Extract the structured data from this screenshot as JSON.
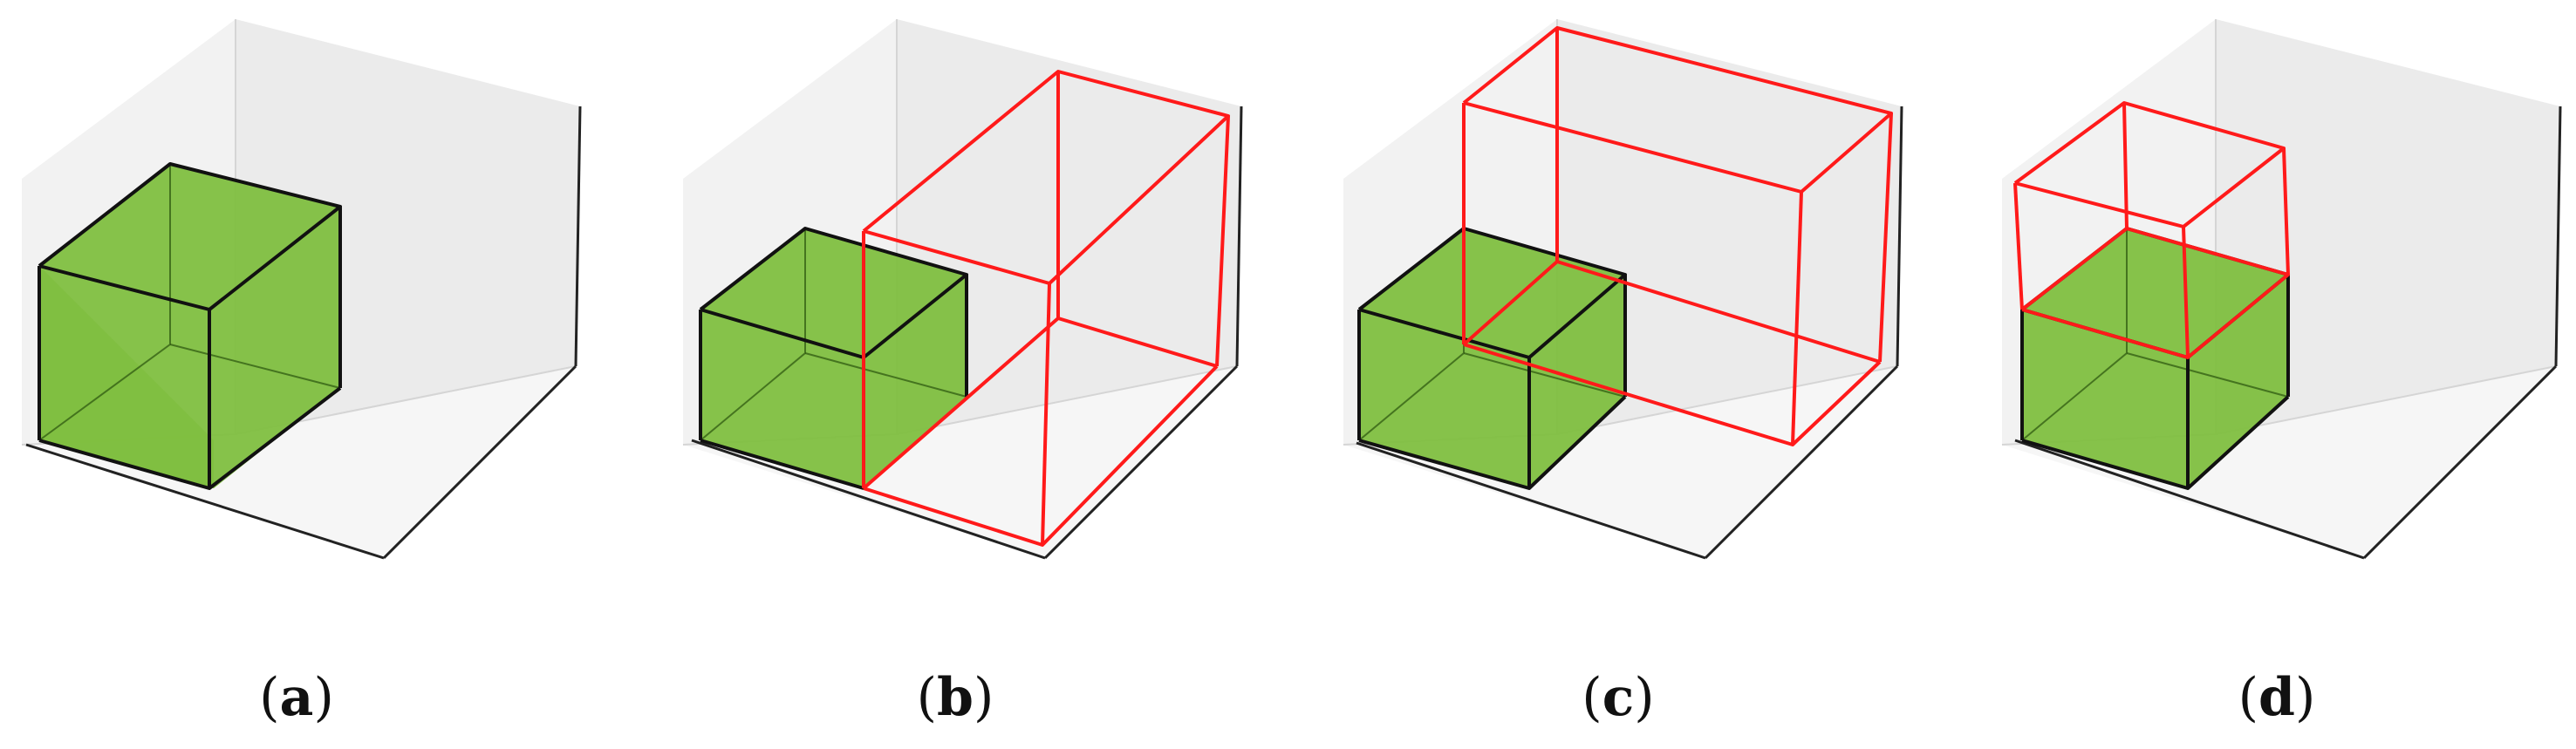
{
  "panels": [
    {
      "id": "a",
      "caption_open": "(",
      "caption_label": "a",
      "caption_close": ")"
    },
    {
      "id": "b",
      "caption_open": "(",
      "caption_label": "b",
      "caption_close": ")"
    },
    {
      "id": "c",
      "caption_open": "(",
      "caption_label": "c",
      "caption_close": ")"
    },
    {
      "id": "d",
      "caption_open": "(",
      "caption_label": "d",
      "caption_close": ")"
    }
  ],
  "colors": {
    "cube_fill": "#7fbf40",
    "cube_edge": "#111111",
    "candidate_edge": "#ff1a1a",
    "axes_background": "#f2f2f2"
  }
}
